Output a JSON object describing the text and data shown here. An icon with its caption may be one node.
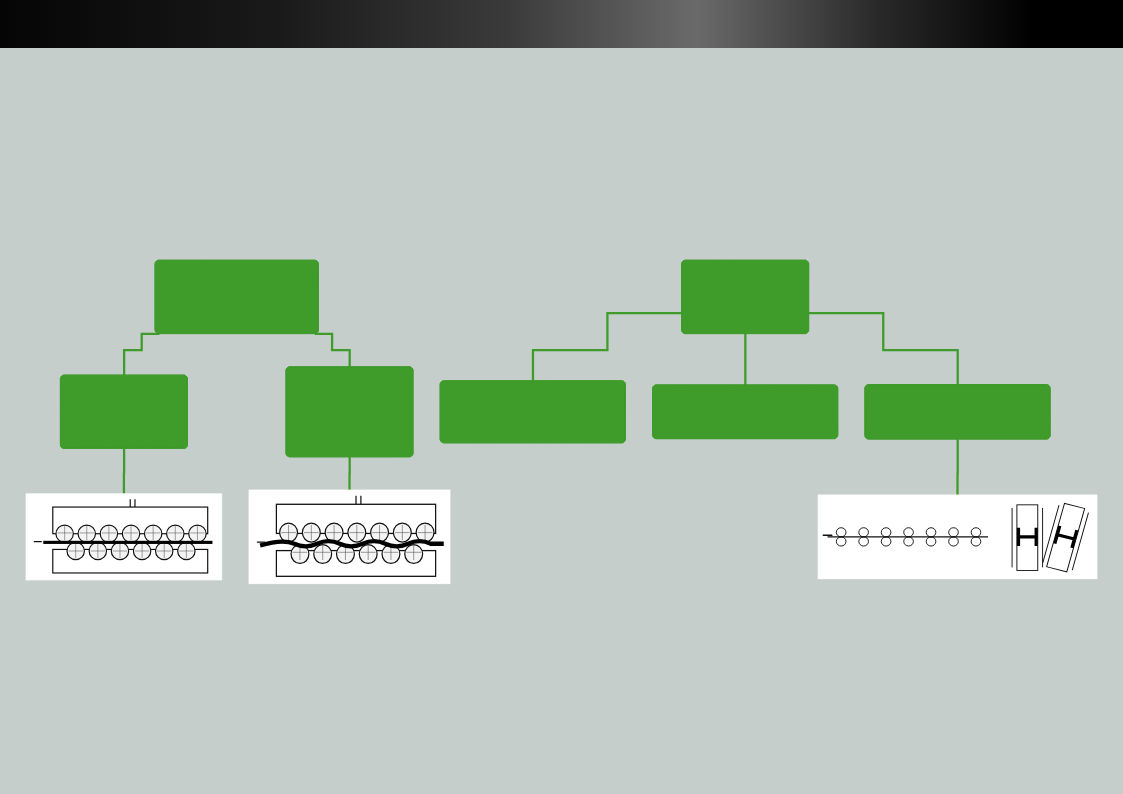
{
  "diagram": {
    "nodes": [
      {
        "text": [],
        "shape": "box"
      },
      {
        "text": [],
        "shape": "box"
      },
      {
        "text": [],
        "shape": "picture"
      },
      {
        "text": [],
        "shape": "box"
      },
      {
        "text": [],
        "shape": "picture"
      },
      {
        "text": [],
        "shape": "box"
      },
      {
        "text": [],
        "shape": "box"
      },
      {
        "text": [],
        "shape": "box"
      },
      {
        "text": [],
        "shape": "box"
      },
      {
        "text": [],
        "shape": "picture"
      }
    ],
    "edges": [
      {
        "from": 0,
        "to": 1,
        "arrow": "none"
      },
      {
        "from": 0,
        "to": 3,
        "arrow": "none"
      },
      {
        "from": 1,
        "to": 2,
        "arrow": "none"
      },
      {
        "from": 3,
        "to": 4,
        "arrow": "none"
      },
      {
        "from": 5,
        "to": 6,
        "arrow": "none"
      },
      {
        "from": 5,
        "to": 7,
        "arrow": "none"
      },
      {
        "from": 5,
        "to": 8,
        "arrow": "none"
      },
      {
        "from": 8,
        "to": 9,
        "arrow": "none"
      }
    ]
  }
}
